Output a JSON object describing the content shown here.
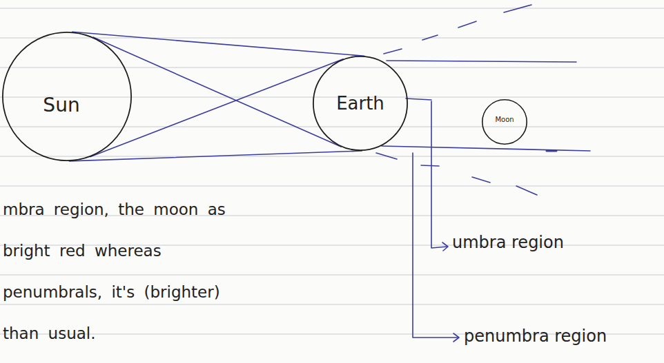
{
  "diagram": {
    "nodes": [
      {
        "text": [
          "Sun"
        ]
      },
      {
        "text": [
          "Earth"
        ]
      },
      {
        "text": [
          "Moon"
        ]
      }
    ],
    "edges": [
      {
        "from": 0,
        "to": 1,
        "arrow": "none"
      },
      {
        "from": 0,
        "to": 1,
        "arrow": "none"
      },
      {
        "from": 0,
        "to": 1,
        "arrow": "none"
      },
      {
        "from": 0,
        "to": 1,
        "arrow": "none"
      }
    ],
    "labels": [
      "mbra region, the moon as bright red whereas penumbrals, it's (brighter) than usual.",
      "umbra region",
      "penumbra region"
    ]
  }
}
